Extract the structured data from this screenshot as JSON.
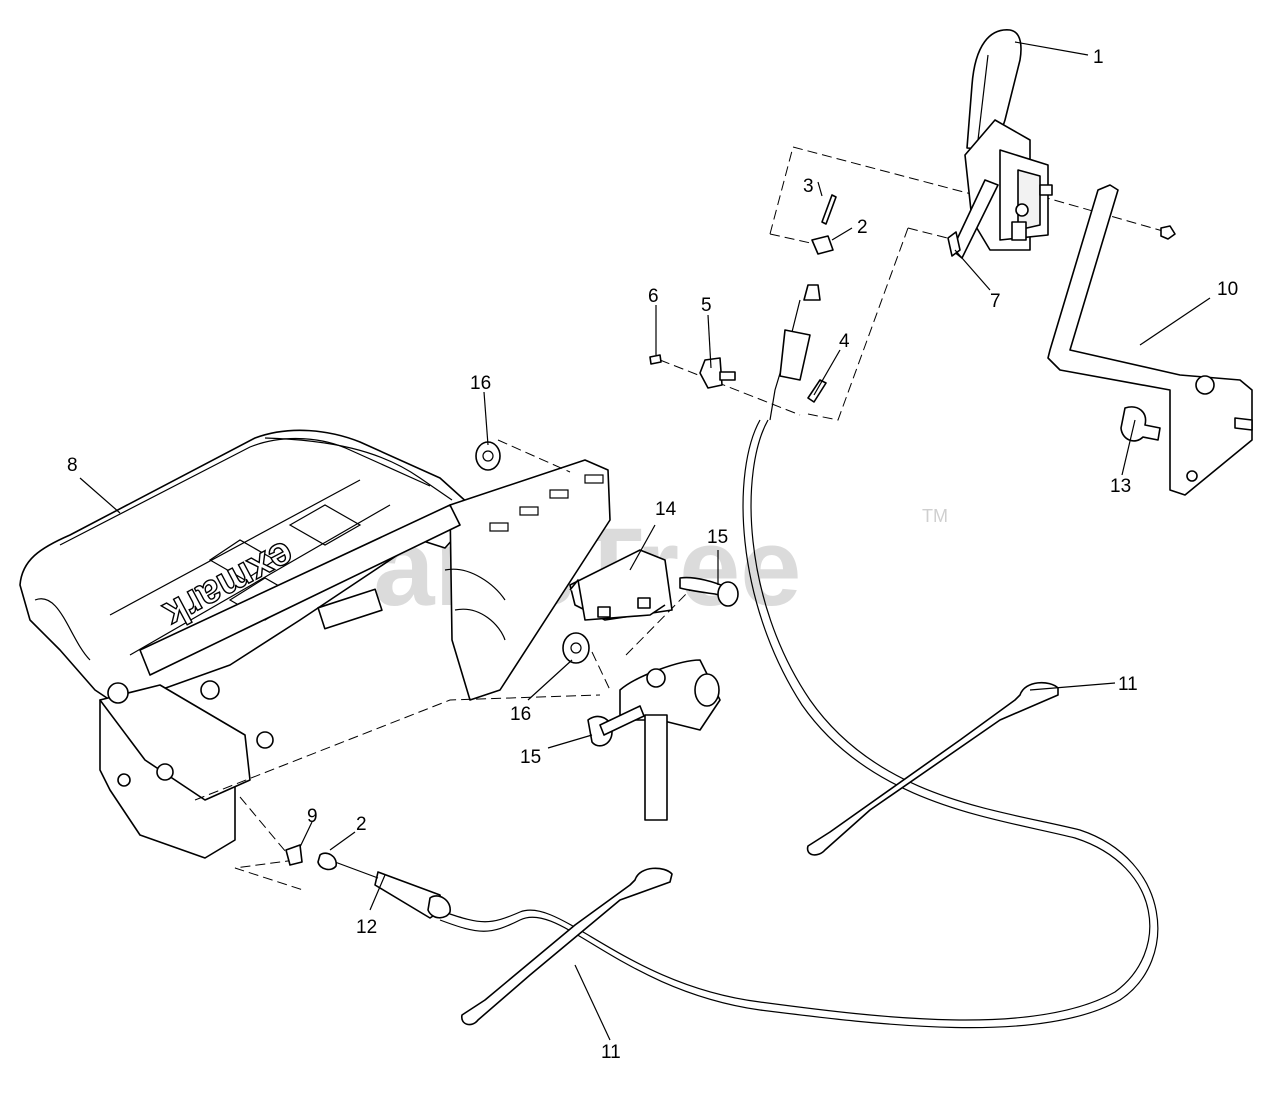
{
  "watermark": {
    "text": "PartsTree",
    "trademark": "TM"
  },
  "logo_text": "exmark",
  "callouts": [
    "1",
    "2",
    "3",
    "4",
    "5",
    "6",
    "7",
    "8",
    "9",
    "10",
    "11",
    "12",
    "13",
    "14",
    "15",
    "16"
  ],
  "colors": {
    "line": "#000000",
    "background": "#ffffff",
    "watermark": "#cfcfcf"
  }
}
